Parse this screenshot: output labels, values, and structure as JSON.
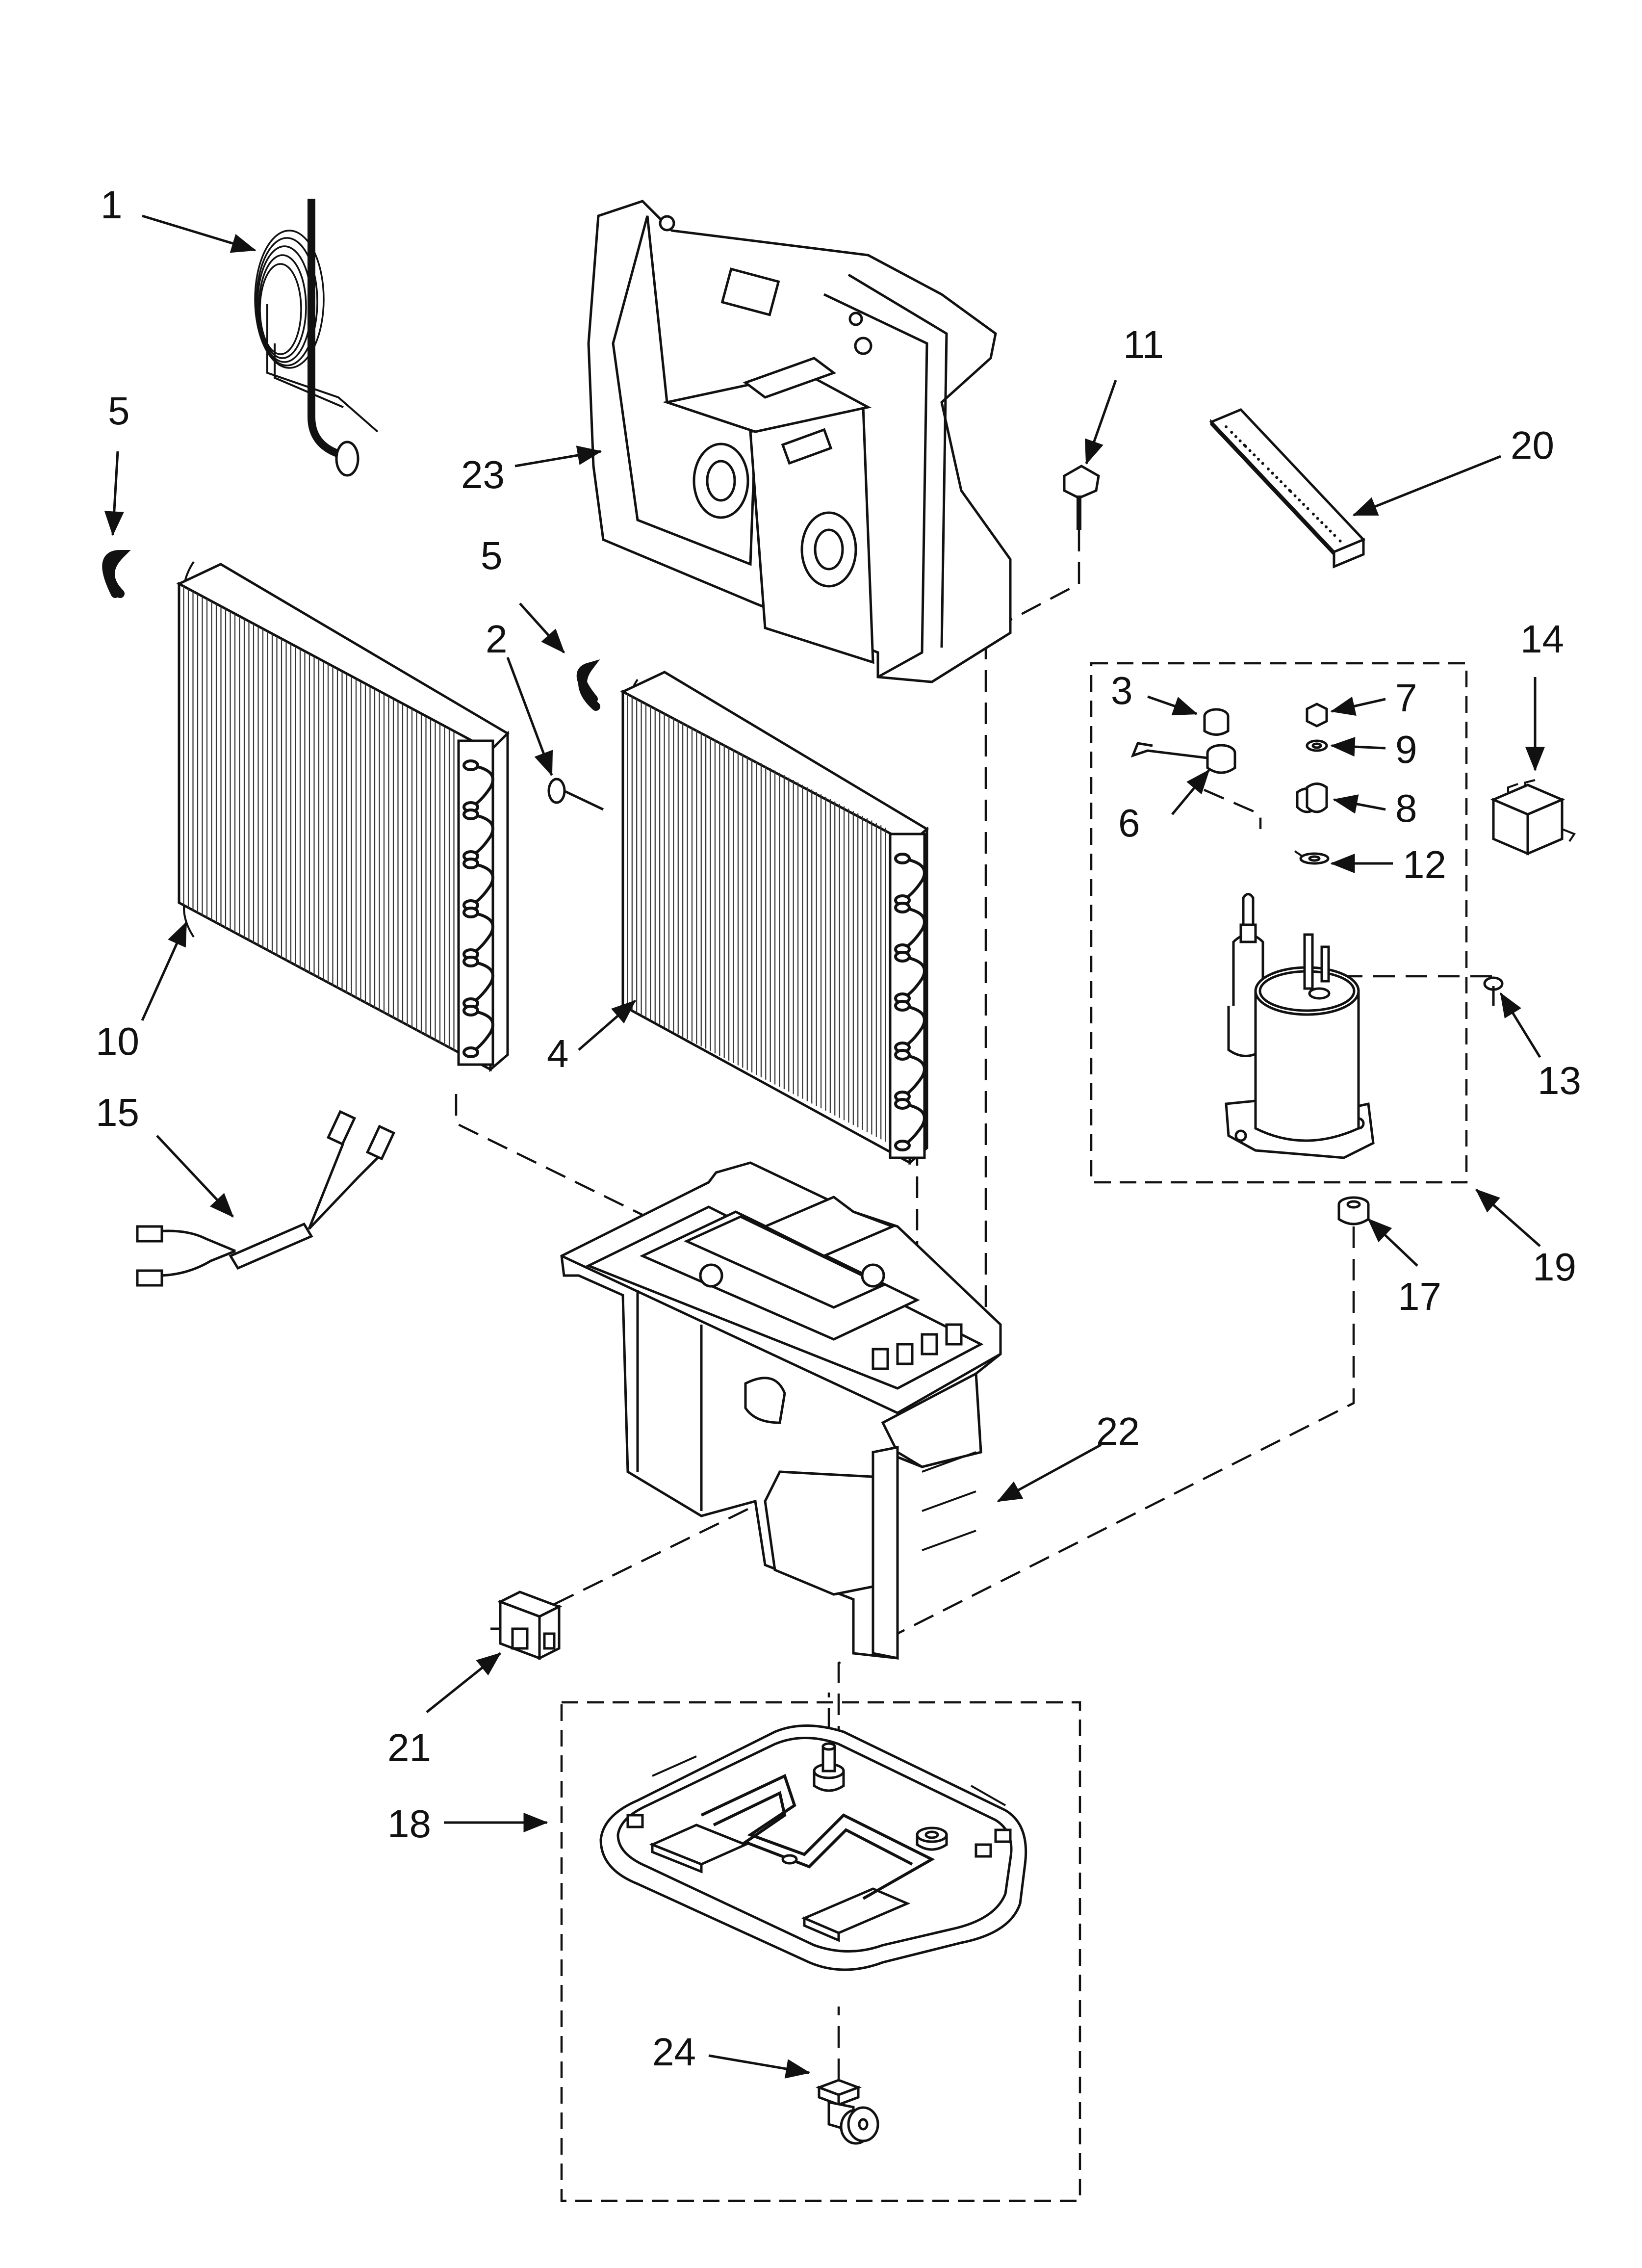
{
  "diagram": {
    "colors": {
      "ink": "#111111",
      "background": "#ffffff"
    },
    "callouts": [
      {
        "id": "1",
        "label": "1"
      },
      {
        "id": "2",
        "label": "2"
      },
      {
        "id": "3",
        "label": "3"
      },
      {
        "id": "4",
        "label": "4"
      },
      {
        "id": "5a",
        "label": "5"
      },
      {
        "id": "5b",
        "label": "5"
      },
      {
        "id": "6",
        "label": "6"
      },
      {
        "id": "7",
        "label": "7"
      },
      {
        "id": "8",
        "label": "8"
      },
      {
        "id": "9",
        "label": "9"
      },
      {
        "id": "10",
        "label": "10"
      },
      {
        "id": "11",
        "label": "11"
      },
      {
        "id": "12",
        "label": "12"
      },
      {
        "id": "13",
        "label": "13"
      },
      {
        "id": "14",
        "label": "14"
      },
      {
        "id": "15",
        "label": "15"
      },
      {
        "id": "17",
        "label": "17"
      },
      {
        "id": "18",
        "label": "18"
      },
      {
        "id": "19",
        "label": "19"
      },
      {
        "id": "20",
        "label": "20"
      },
      {
        "id": "21",
        "label": "21"
      },
      {
        "id": "22",
        "label": "22"
      },
      {
        "id": "23",
        "label": "23"
      },
      {
        "id": "24",
        "label": "24"
      }
    ]
  }
}
